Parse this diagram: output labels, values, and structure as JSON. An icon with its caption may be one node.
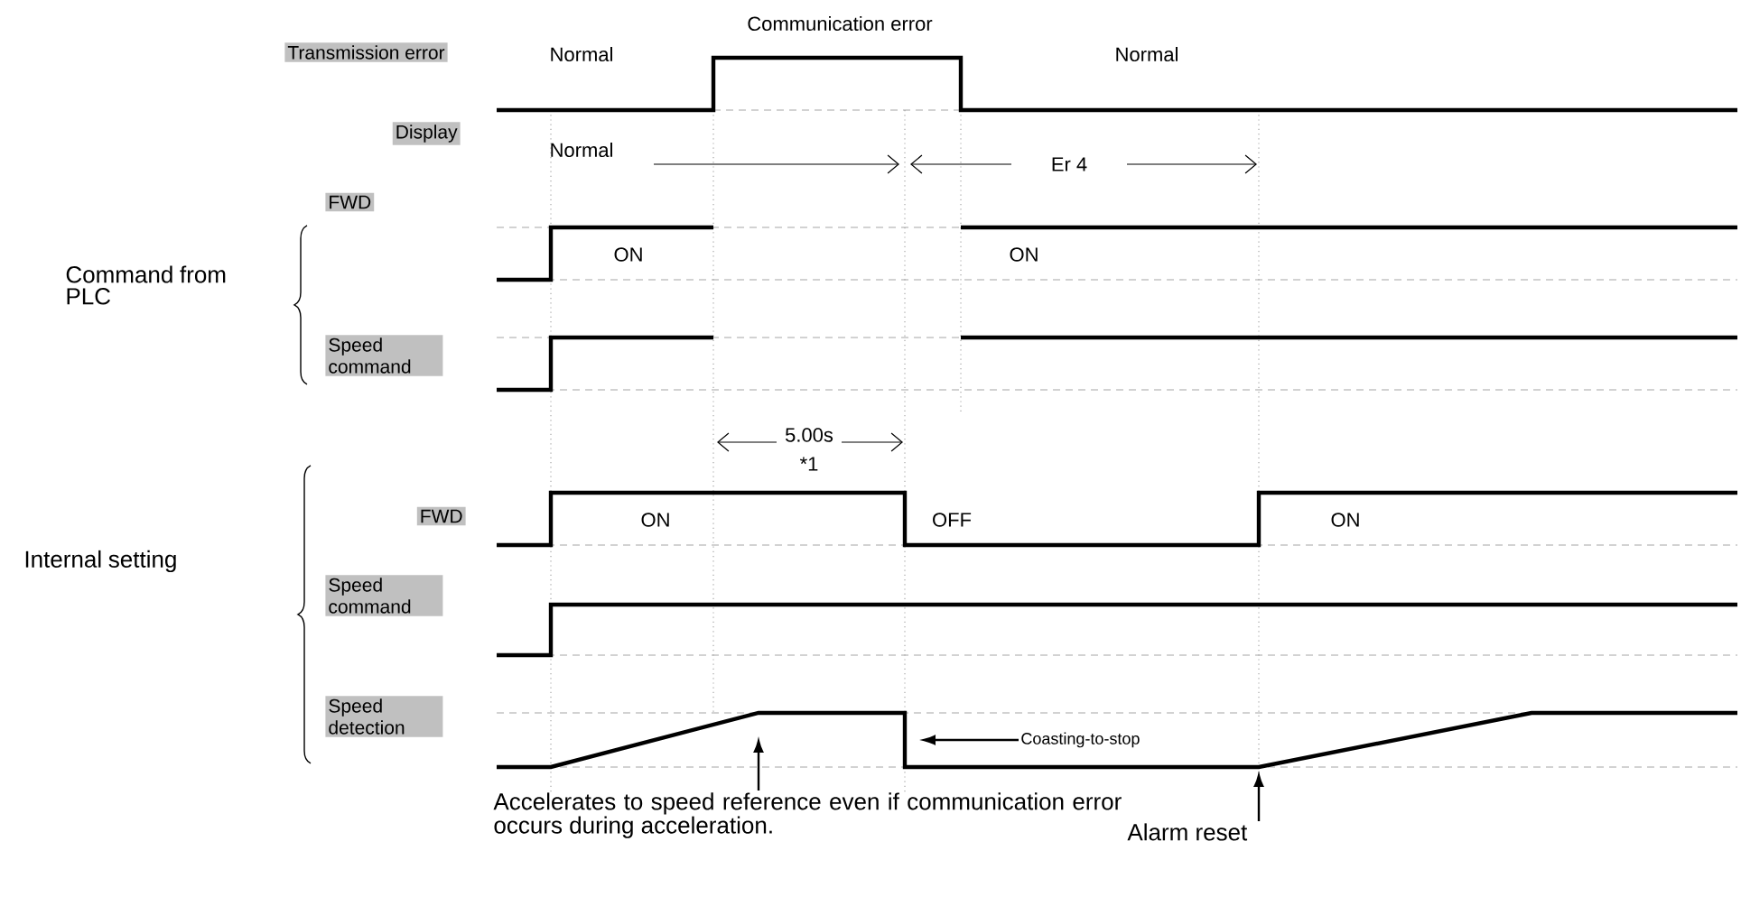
{
  "diagram": {
    "nodes": [
      {
        "text": [
          "Accelerates to speed reference even if communication error occurs during acceleration."
        ]
      },
      {
        "text": [
          "Alarm reset"
        ]
      },
      {
        "text": [
          "Coasting-to-stop"
        ]
      }
    ],
    "edges": [
      {
        "from": 0,
        "to": null,
        "arrow": "to"
      },
      {
        "from": 1,
        "to": null,
        "arrow": "to"
      },
      {
        "from": 2,
        "to": null,
        "arrow": "to"
      }
    ],
    "labels": [
      "Communication error",
      "Transmission error",
      "Normal",
      "Normal",
      "Display",
      "Normal",
      "Er 4",
      "FWD",
      "Command from PLC",
      "ON",
      "ON",
      "Speed command",
      "5.00s",
      "*1",
      "FWD",
      "ON",
      "OFF",
      "ON",
      "Internal setting",
      "Speed command",
      "Speed detection"
    ]
  }
}
